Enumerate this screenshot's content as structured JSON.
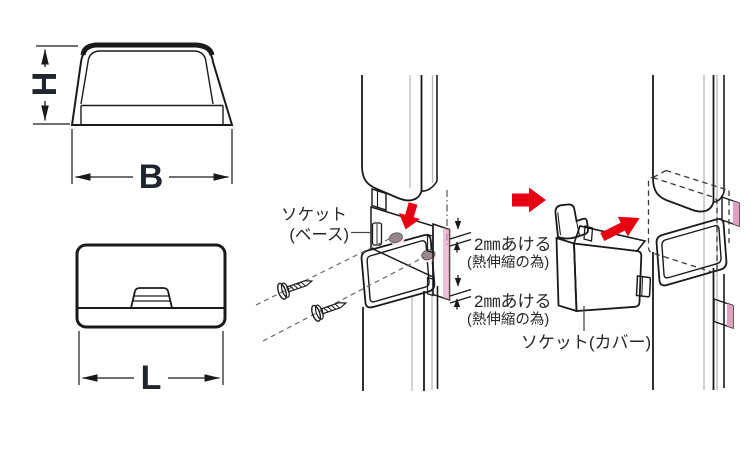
{
  "page": {
    "background": "#ffffff",
    "views": {
      "front": {
        "height_label": "H",
        "width_label": "B"
      },
      "side": {
        "length_label": "L"
      }
    },
    "annotations": {
      "socket_base": {
        "line1": "ソケット",
        "line2": "(ベース)"
      },
      "gap_top": {
        "line1": "2㎜あける",
        "line2": "(熱伸縮の為)"
      },
      "gap_bottom": {
        "line1": "2㎜あける",
        "line2": "(熱伸縮の為)"
      },
      "socket_cover": "ソケット(カバー)"
    },
    "icons": {
      "down_arrow": "red block arrow pressing base onto duct",
      "step_arrow": "red block arrow to next step",
      "attach_arrow": "red block arrow pushing cover onto duct",
      "screw": "two mounting screws with dashed guide lines",
      "gap_indicator": "small opposing arrows with break marks"
    },
    "colors": {
      "red": "#e60012",
      "pink": "#f4c6d8",
      "pink_mid": "#eeb4cc",
      "pink_dark": "#e2a0bf",
      "hole": "#96888f",
      "hole_rim": "#fce8f1",
      "line": "#1a1a1a",
      "gray": "#b9b9b9",
      "dash": "#555555"
    }
  }
}
